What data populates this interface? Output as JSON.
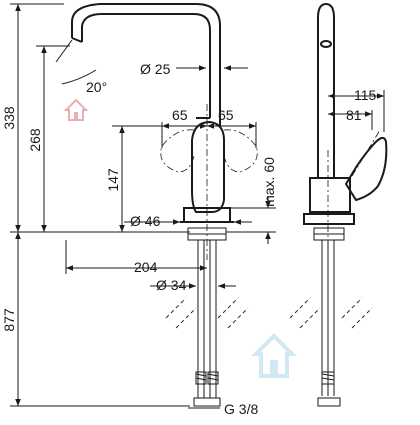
{
  "labels": {
    "h_total": "338",
    "h_spout": "268",
    "h_handle": "147",
    "h_below": "877",
    "angle": "20°",
    "d_spout": "Ø 25",
    "d_base": "Ø 46",
    "d_hose": "Ø 34",
    "handle_left": "65",
    "handle_right": "65",
    "max_height": "max. 60",
    "reach": "204",
    "side_total": "115",
    "side_lever": "81",
    "thread": "G 3/8"
  },
  "icons": [
    "house-icon",
    "house-icon"
  ],
  "colors": {
    "line": "#1a1a1a",
    "watermark": "#bfe3ef",
    "watermark_red": "#e6a0a0"
  }
}
